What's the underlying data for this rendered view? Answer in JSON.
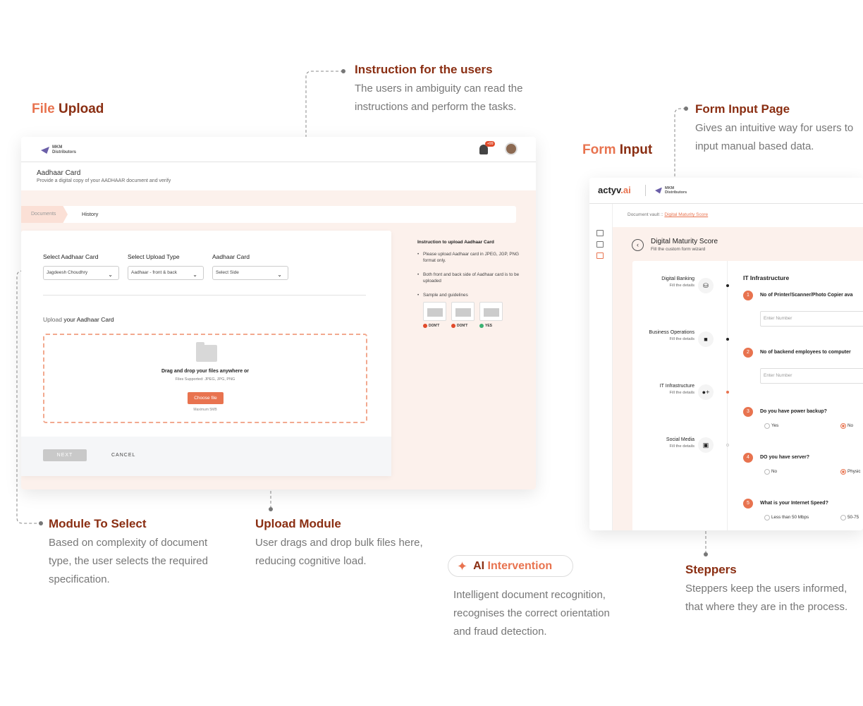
{
  "sections": {
    "file_upload": {
      "word1": "File",
      "word2": "Upload"
    },
    "form_input": {
      "word1": "Form",
      "word2": "Input"
    }
  },
  "annotations": {
    "instruction": {
      "title": "Instruction for the users",
      "desc": "The users in ambiguity can read the instructions and perform the tasks."
    },
    "form_input_page": {
      "title": "Form Input Page",
      "desc": "Gives an intuitive way for users to input manual based data."
    },
    "module_select": {
      "title": "Module To Select",
      "desc": "Based on complexity of document type, the user selects the required specification."
    },
    "upload_module": {
      "title": "Upload Module",
      "desc": "User drags and drop bulk files here, reducing cognitive load."
    },
    "ai": {
      "word1": "AI",
      "word2": "Intervention",
      "desc": "Intelligent document recognition, recognises the correct orientation and fraud detection."
    },
    "steppers": {
      "title": "Steppers",
      "desc": "Steppers keep the users informed, that where they are in the process."
    }
  },
  "upload_mock": {
    "logo_line1": "MKM",
    "logo_line2": "Distributors",
    "notif_badge": "+99",
    "page_title": "Aadhaar Card",
    "page_subtitle": "Provide a digital copy of your AADHAAR document and verify",
    "tabs": [
      "Documents",
      "History"
    ],
    "fields": [
      {
        "label_pre": "Select ",
        "label_bold": "Aadhaar Card",
        "value": "Jagdeesh Choudhry"
      },
      {
        "label_pre": "",
        "label_bold": "Select Upload Type",
        "value": "Aadhaar - front & back"
      },
      {
        "label_pre": "",
        "label_bold": "Aadhaar Card",
        "value": "Select Side"
      }
    ],
    "upload_label_pre": "Upload ",
    "upload_label_bold": "your Aadhaar Card",
    "drop_title": "Drag and drop your files anywhere or",
    "drop_supported": "Files Supported: JPEG, JPG, PNG",
    "choose_btn": "Choose file",
    "max_size": "Maximum 5MB",
    "next_btn": "NEXT",
    "cancel_btn": "CANCEL",
    "instructions": {
      "title": "Instruction to upload Aadhaar Card",
      "items": [
        "Please upload Aadhaar card in JPEG, JGP, PNG format only.",
        "Both front and back side of Aadhaar card is to be uploaded",
        "Sample and guidelines"
      ],
      "samples": [
        {
          "label": "DON'T",
          "color": "#e14b2b"
        },
        {
          "label": "DON'T",
          "color": "#e14b2b"
        },
        {
          "label": "YES",
          "color": "#3bb273"
        }
      ]
    }
  },
  "form_mock": {
    "brand_pre": "actyv",
    "brand_post": ".ai",
    "logo_line1": "MKM",
    "logo_line2": "Distributors",
    "crumb_pre": "Document vault  ::  ",
    "crumb_link": "Digital Maturity Score",
    "title": "Digital Maturity Score",
    "subtitle": "Fill the custom form wizard",
    "steps": [
      {
        "title": "Digital Banking",
        "sub": "Fill the details",
        "icon": "bank-icon"
      },
      {
        "title": "Business Operations",
        "sub": "Fill the details",
        "icon": "briefcase-icon"
      },
      {
        "title": "IT Infrastructure",
        "sub": "Fill the details",
        "icon": "people-icon"
      },
      {
        "title": "Social Media",
        "sub": "Fill the details",
        "icon": "chat-icon"
      }
    ],
    "section_title": "IT Infrastructure",
    "questions": [
      {
        "n": "1",
        "text": "No of Printer/Scanner/Photo Copier ava",
        "placeholder": "Enter Number"
      },
      {
        "n": "2",
        "text": "No of backend employees to computer",
        "placeholder": "Enter Number"
      },
      {
        "n": "3",
        "text": "Do you have power backup?",
        "options": [
          "Yes",
          "No"
        ],
        "selected": "No"
      },
      {
        "n": "4",
        "text": "DO you have server?",
        "options": [
          "No",
          "Physic"
        ],
        "selected": "Physic"
      },
      {
        "n": "5",
        "text": "What is your Internet Speed?",
        "options": [
          "Less than 50 Mbps",
          "50-75"
        ]
      }
    ]
  },
  "colors": {
    "accent": "#e8734f",
    "dark_accent": "#8a2e12",
    "panel_bg": "#fcf1ec"
  }
}
